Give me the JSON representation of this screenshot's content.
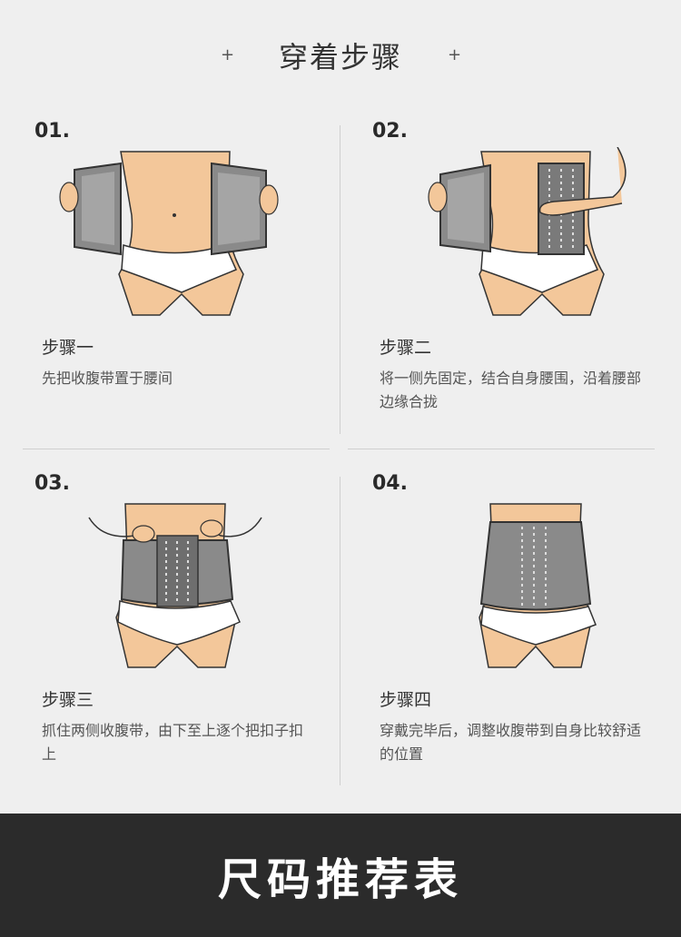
{
  "header": {
    "title": "穿着步骤",
    "deco_left": "+",
    "deco_right": "+"
  },
  "steps": [
    {
      "number": "01.",
      "heading": "步骤一",
      "description": "先把收腹带置于腰间"
    },
    {
      "number": "02.",
      "heading": "步骤二",
      "description": "将一侧先固定，结合自身腰围，沿着腰部边缘合拢"
    },
    {
      "number": "03.",
      "heading": "步骤三",
      "description": "抓住两侧收腹带，由下至上逐个把扣子扣上"
    },
    {
      "number": "04.",
      "heading": "步骤四",
      "description": "穿戴完毕后，调整收腹带到自身比较舒适的位置"
    }
  ],
  "footer": {
    "title": "尺码推荐表"
  },
  "colors": {
    "background": "#efefef",
    "skin": "#f3c79a",
    "belt": "#8a8a8a",
    "banner": "#2b2b2b"
  }
}
